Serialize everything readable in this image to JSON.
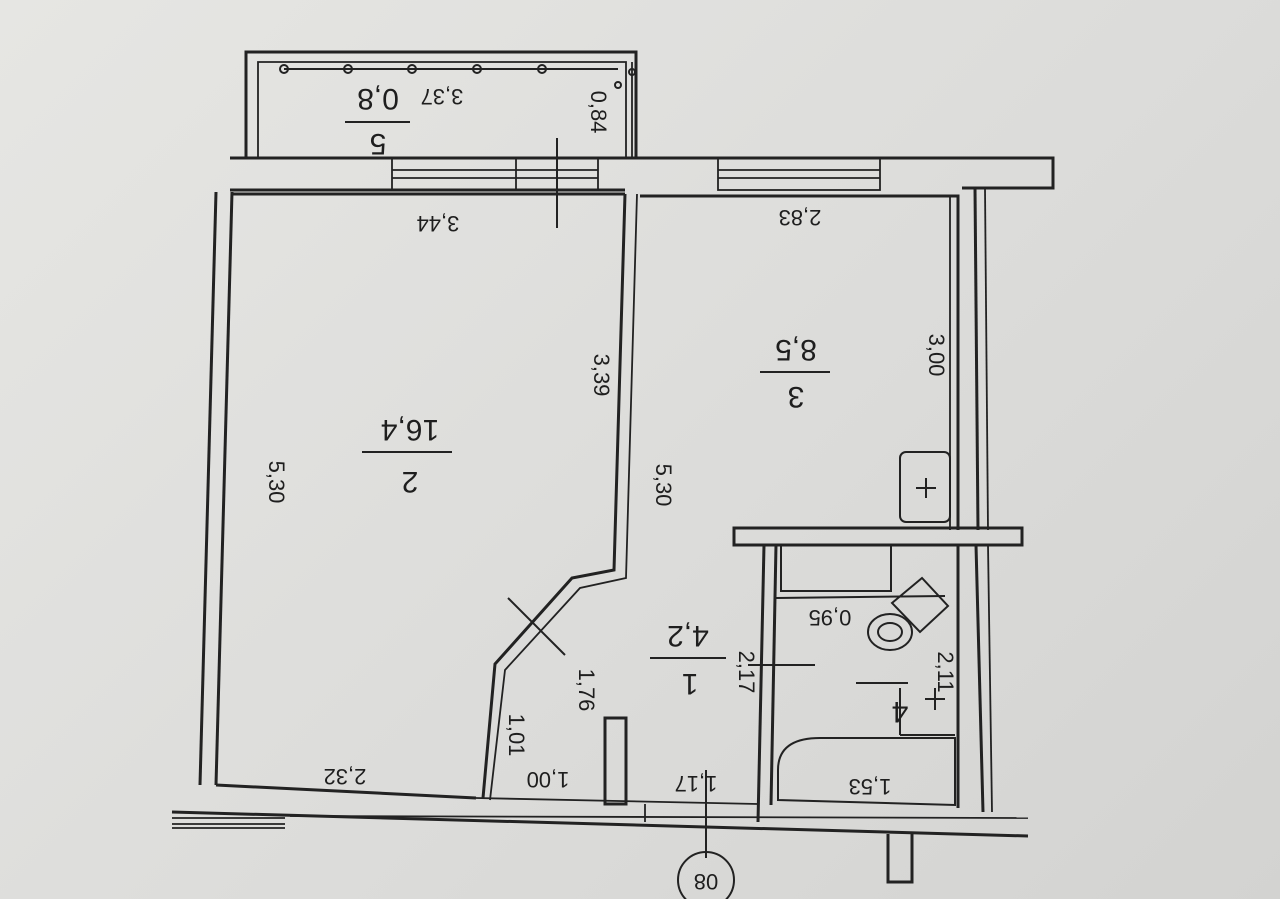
{
  "rooms": {
    "room1": {
      "number": "1",
      "area": "4,2"
    },
    "room2": {
      "number": "2",
      "area": "16,4"
    },
    "room3": {
      "number": "3",
      "area": "8,5"
    },
    "room4": {
      "number": "4"
    },
    "room5": {
      "number": "5",
      "area": "0,8"
    }
  },
  "dimensions": {
    "balcony_length": "3,37",
    "balcony_depth": "0,84",
    "room2_top": "3,44",
    "room3_top": "2,83",
    "room2_left": "5,30",
    "room2_right_upper": "3,39",
    "room2_bottom": "2,32",
    "room3_left": "5,30",
    "room3_right": "3,00",
    "hall_diag": "1,76",
    "hall_left": "1,01",
    "hall_bottom_left": "1,00",
    "hall_bottom_right": "1,17",
    "hall_right": "2,17",
    "toilet_width": "0,95",
    "bath_height": "2,11",
    "bath_bottom": "1,53"
  },
  "axis_marker": "08"
}
